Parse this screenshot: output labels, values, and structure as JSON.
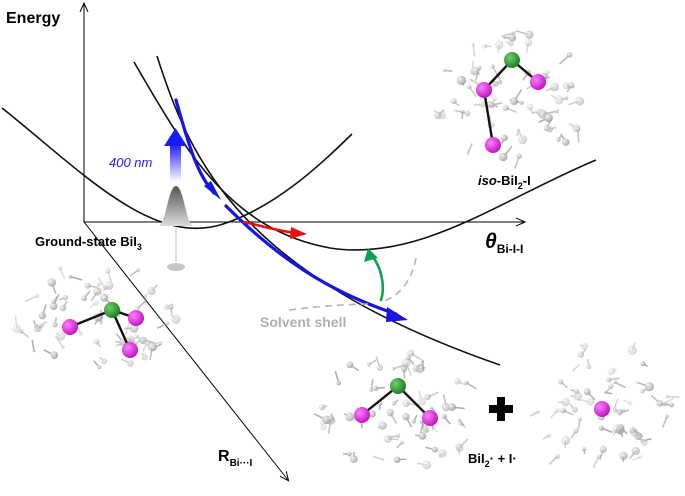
{
  "labels": {
    "energy": "Energy",
    "theta_main": "θ",
    "theta_sub": "Bi-I-I",
    "r_main": "R",
    "r_sub": "Bi···I",
    "ground_state_text": "Ground-state BiI",
    "ground_state_sub": "3",
    "excitation": "400 nm",
    "solvent_shell": "Solvent shell",
    "iso_prefix": "iso",
    "iso_mid": "-BiI",
    "iso_sub": "2",
    "iso_suffix": "-I",
    "products_a": "BiI",
    "products_sub": "2",
    "products_b": "· + I·"
  },
  "colors": {
    "excitation_arrow": "#1a1aff",
    "dissociation_arrow": "#1010e0",
    "isomer_arrow": "#e81010",
    "recombination_arrow": "#10a050",
    "bismuth": "#2e9a2e",
    "iodine": "#e020e0",
    "solvent": "#b8b8b8",
    "solvent_shell_text": "#b0b0b0"
  }
}
